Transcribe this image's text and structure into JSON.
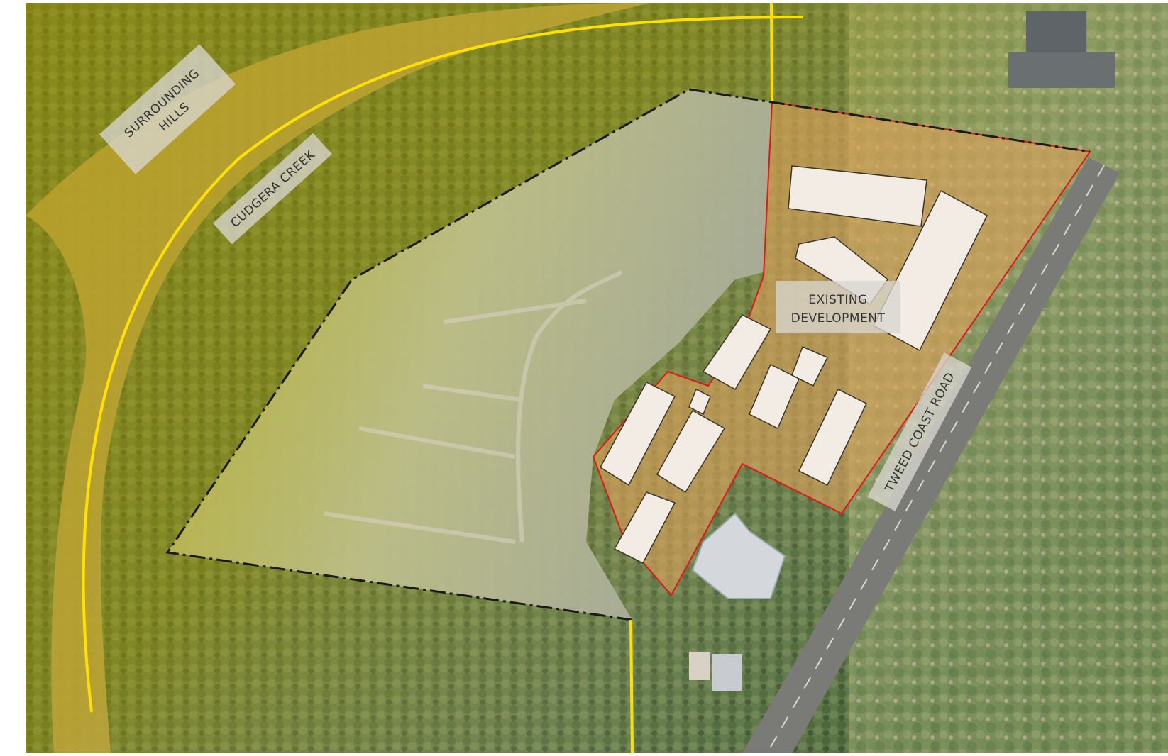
{
  "labels": {
    "surrounding_hills_line1": "SURROUNDING",
    "surrounding_hills_line2": "HILLS",
    "cudgera_creek": "CUDGERA CREEK",
    "existing_development_line1": "EXISTING",
    "existing_development_line2": "DEVELOPMENT",
    "tweed_coast_road": "TWEED COAST ROAD"
  },
  "colors": {
    "boundary_yellow": "#ffe100",
    "development_outline": "#e01818",
    "development_fill": "#e0a25a",
    "site_boundary": "#1a1a1a",
    "label_box": "#d9d6cf"
  }
}
